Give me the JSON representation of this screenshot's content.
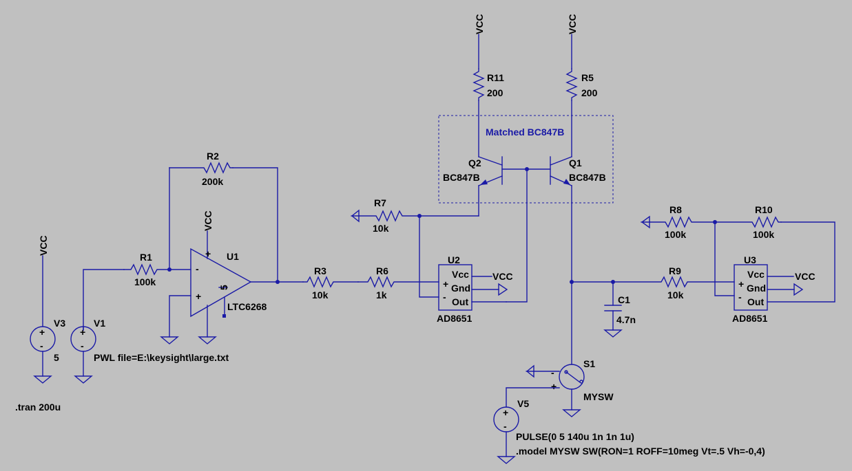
{
  "labels": {
    "vcc": "VCC",
    "matched": "Matched BC847B",
    "r11": "R11",
    "r11_val": "200",
    "r5": "R5",
    "r5_val": "200",
    "q2": "Q2",
    "q2_model": "BC847B",
    "q1": "Q1",
    "q1_model": "BC847B",
    "r2": "R2",
    "r2_val": "200k",
    "r7": "R7",
    "r7_val": "10k",
    "r8": "R8",
    "r8_val": "100k",
    "r10": "R10",
    "r10_val": "100k",
    "r1": "R1",
    "r1_val": "100k",
    "u1": "U1",
    "u1_model": "LTC6268",
    "u1_pin5": "5",
    "r3": "R3",
    "r3_val": "10k",
    "r6": "R6",
    "r6_val": "1k",
    "u2": "U2",
    "u2_model": "AD8651",
    "u3": "U3",
    "u3_model": "AD8651",
    "pin_vcc": "Vcc",
    "pin_gnd": "Gnd",
    "pin_out": "Out",
    "pin_plus": "+",
    "pin_minus": "-",
    "r9": "R9",
    "r9_val": "10k",
    "c1": "C1",
    "c1_val": "4.7n",
    "v3": "V3",
    "v3_val": "5",
    "v1": "V1",
    "v1_val": "PWL file=E:\\keysight\\large.txt",
    "s1": "S1",
    "s1_model": "MYSW",
    "v5": "V5",
    "v5_val": "PULSE(0 5 140u 1n 1n 1u)",
    "model": ".model MYSW SW(RON=1 ROFF=10meg Vt=.5 Vh=-0,4)",
    "tran": ".tran 200u"
  },
  "colors": {
    "wire": "#1a1aa6",
    "background": "#c0c0c0",
    "text": "#000000"
  }
}
